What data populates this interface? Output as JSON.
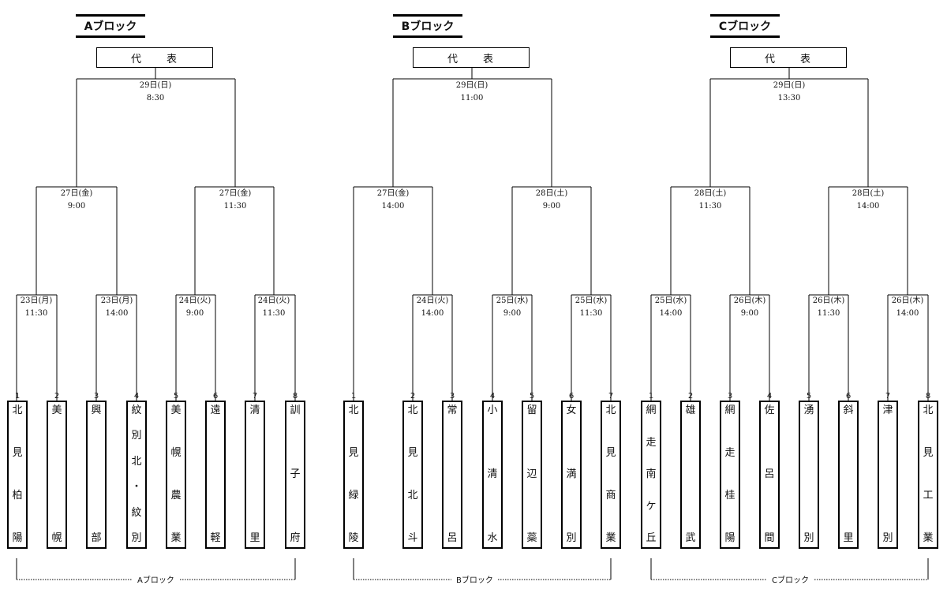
{
  "blocks": [
    {
      "title": "Aブロック",
      "representative": "代　　表",
      "footer_label": "Aブロック",
      "final": {
        "date": "29日(日)",
        "time": "8:30"
      },
      "semis": [
        {
          "date": "27日(金)",
          "time": "9:00"
        },
        {
          "date": "27日(金)",
          "time": "11:30"
        }
      ],
      "first_round": [
        {
          "date": "23日(月)",
          "time": "11:30"
        },
        {
          "date": "23日(月)",
          "time": "14:00"
        },
        {
          "date": "24日(火)",
          "time": "9:00"
        },
        {
          "date": "24日(火)",
          "time": "11:30"
        }
      ],
      "teams": [
        {
          "num": "1",
          "name": "北見柏陽"
        },
        {
          "num": "2",
          "name": "美幌"
        },
        {
          "num": "3",
          "name": "興部"
        },
        {
          "num": "4",
          "name": "紋別北・紋別"
        },
        {
          "num": "5",
          "name": "美幌農業"
        },
        {
          "num": "6",
          "name": "遠軽"
        },
        {
          "num": "7",
          "name": "清里"
        },
        {
          "num": "8",
          "name": "訓子府"
        }
      ]
    },
    {
      "title": "Bブロック",
      "representative": "代　　表",
      "footer_label": "Bブロック",
      "final": {
        "date": "29日(日)",
        "time": "11:00"
      },
      "semis": [
        {
          "date": "27日(金)",
          "time": "14:00"
        },
        {
          "date": "28日(土)",
          "time": "9:00"
        }
      ],
      "first_round": [
        {
          "date": "24日(火)",
          "time": "14:00"
        },
        {
          "date": "25日(水)",
          "time": "9:00"
        },
        {
          "date": "25日(水)",
          "time": "11:30"
        }
      ],
      "teams": [
        {
          "num": "1",
          "name": "北見緑陵"
        },
        {
          "num": "2",
          "name": "北見北斗"
        },
        {
          "num": "3",
          "name": "常呂"
        },
        {
          "num": "4",
          "name": "小清水"
        },
        {
          "num": "5",
          "name": "留辺蘂"
        },
        {
          "num": "6",
          "name": "女満別"
        },
        {
          "num": "7",
          "name": "北見商業"
        }
      ]
    },
    {
      "title": "Cブロック",
      "representative": "代　　表",
      "footer_label": "Cブロック",
      "final": {
        "date": "29日(日)",
        "time": "13:30"
      },
      "semis": [
        {
          "date": "28日(土)",
          "time": "11:30"
        },
        {
          "date": "28日(土)",
          "time": "14:00"
        }
      ],
      "first_round": [
        {
          "date": "25日(水)",
          "time": "14:00"
        },
        {
          "date": "26日(木)",
          "time": "9:00"
        },
        {
          "date": "26日(木)",
          "time": "11:30"
        },
        {
          "date": "26日(木)",
          "time": "14:00"
        }
      ],
      "teams": [
        {
          "num": "1",
          "name": "網走南ケ丘"
        },
        {
          "num": "2",
          "name": "雄武"
        },
        {
          "num": "3",
          "name": "網走桂陽"
        },
        {
          "num": "4",
          "name": "佐呂間"
        },
        {
          "num": "5",
          "name": "湧別"
        },
        {
          "num": "6",
          "name": "斜里"
        },
        {
          "num": "7",
          "name": "津別"
        },
        {
          "num": "8",
          "name": "北見工業"
        }
      ]
    }
  ]
}
